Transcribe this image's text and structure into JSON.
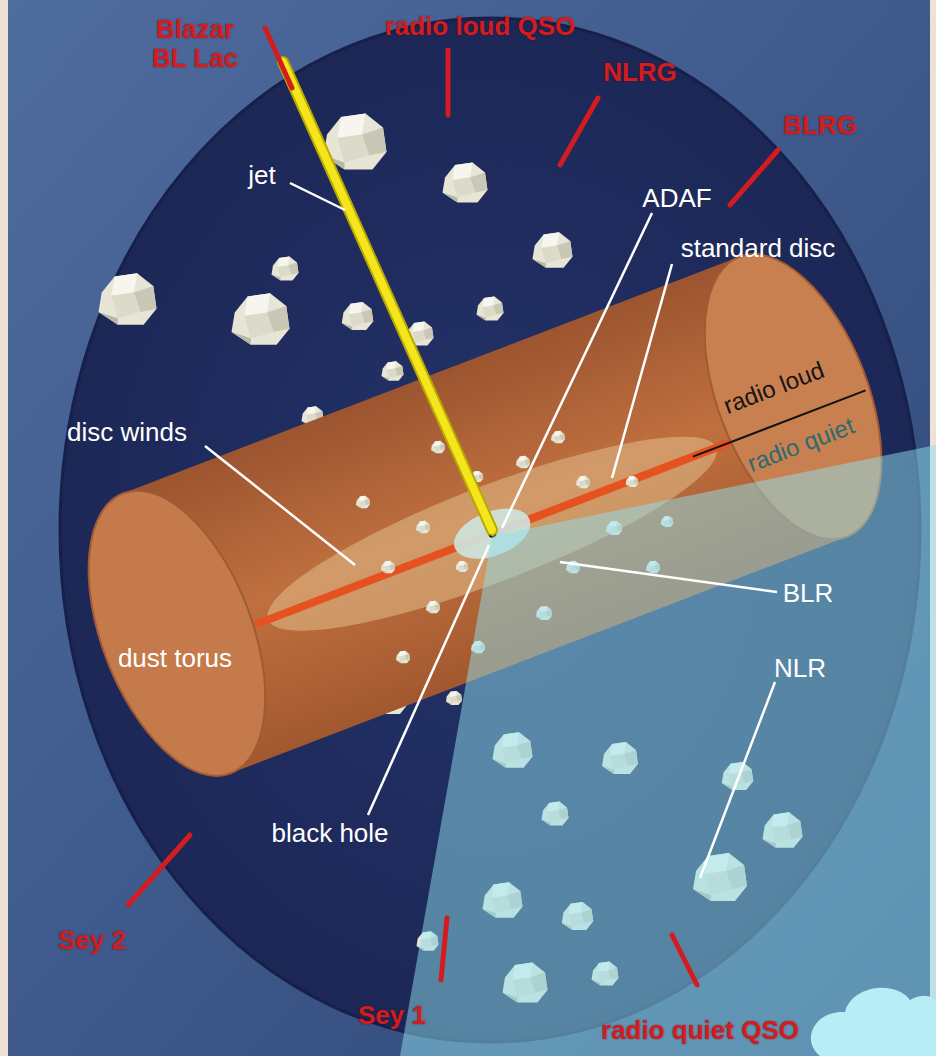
{
  "diagram": {
    "labels": [
      "Blazar BL Lac",
      "radio loud QSO",
      "NLRG",
      "BLRG",
      "jet",
      "ADAF",
      "standard disc",
      "radio loud",
      "radio quiet",
      "disc winds",
      "BLR",
      "NLR",
      "dust torus",
      "black hole",
      "Sey 2",
      "Sey 1",
      "radio quiet QSO"
    ]
  }
}
